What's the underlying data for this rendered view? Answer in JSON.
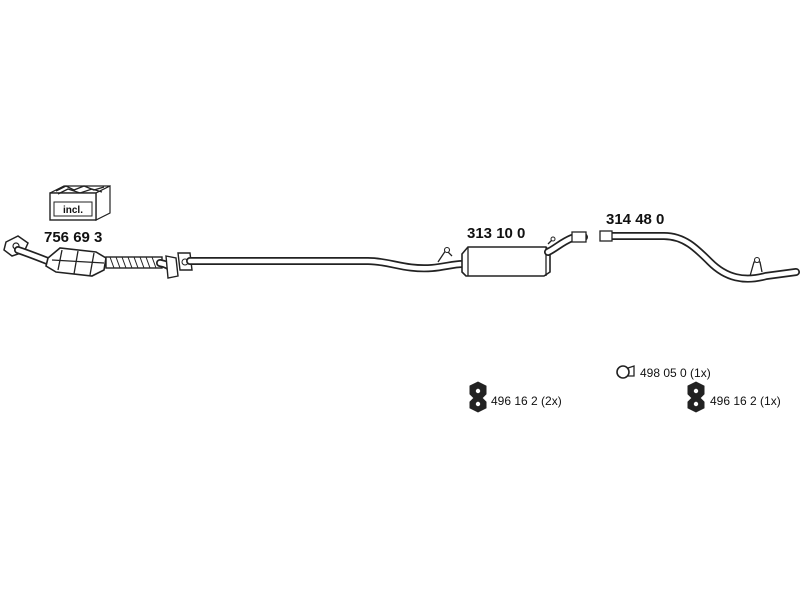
{
  "parts": {
    "catalytic_converter": {
      "label": "756 69 3"
    },
    "included_kit_badge": {
      "label": "incl."
    },
    "center_muffler": {
      "label": "313 10 0"
    },
    "rear_pipe": {
      "label": "314 48 0"
    }
  },
  "accessories": {
    "clamp": {
      "label": "498 05 0 (1x)"
    },
    "rubber_mount_pair": {
      "label": "496 16 2  (2x)"
    },
    "rubber_mount_single": {
      "label": "496 16 2 (1x)"
    }
  }
}
